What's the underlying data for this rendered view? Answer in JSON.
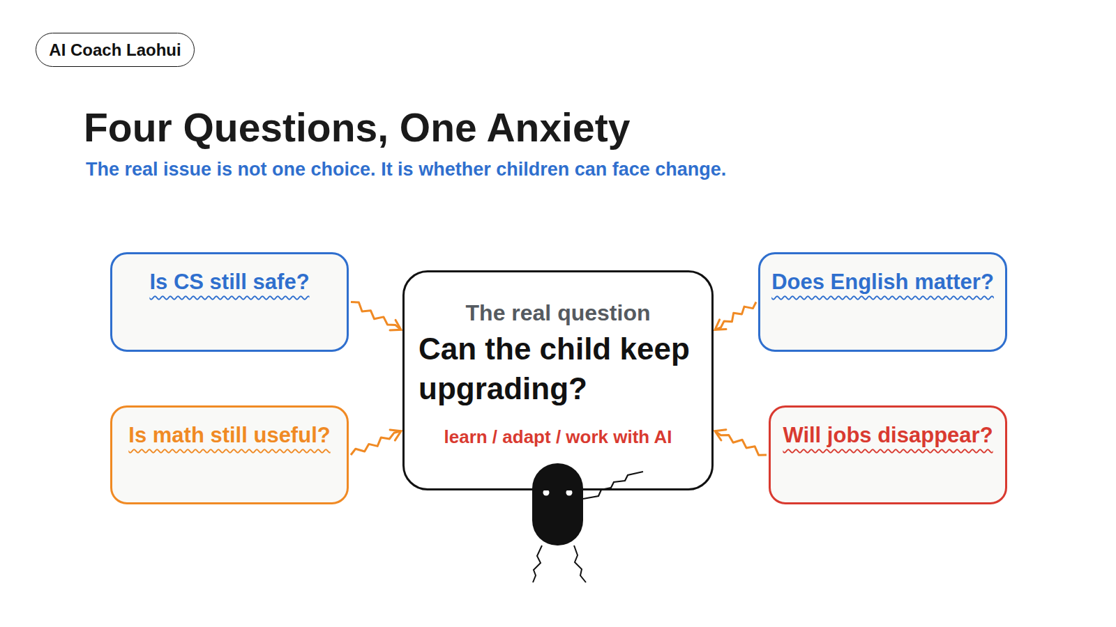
{
  "diagram": {
    "title": "Four Questions, One Anxiety",
    "nodes": [
      {
        "text": [
          "AI Coach Laohui"
        ]
      },
      {
        "text": [
          "Is CS still safe?"
        ]
      },
      {
        "text": [
          "The real question",
          "Can the child keep upgrading?",
          "learn / adapt / work with AI"
        ]
      },
      {
        "text": [
          "Does English matter?"
        ]
      },
      {
        "text": [
          "Is math still useful?"
        ]
      },
      {
        "text": [
          "Will jobs disappear?"
        ]
      }
    ],
    "edges": [
      {
        "from": 1,
        "to": 2,
        "arrow": "to"
      },
      {
        "from": 3,
        "to": 2,
        "arrow": "to"
      },
      {
        "from": 4,
        "to": 2,
        "arrow": "to"
      },
      {
        "from": 5,
        "to": 2,
        "arrow": "to"
      }
    ],
    "labels": [
      "The real issue is not one choice. It is whether children can face change."
    ]
  }
}
